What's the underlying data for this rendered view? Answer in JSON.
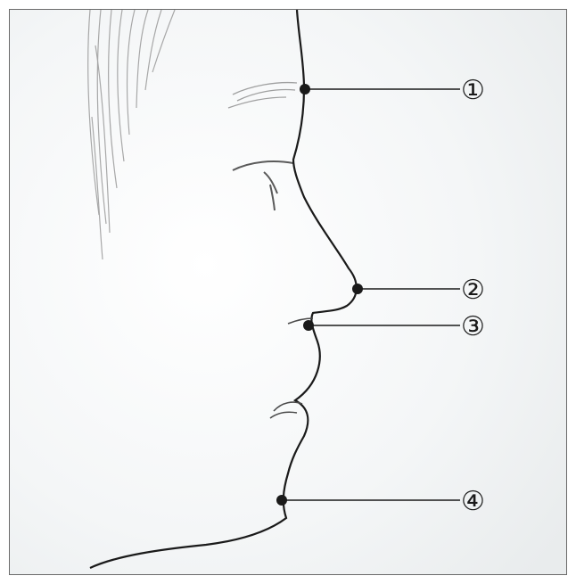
{
  "figure": {
    "subject": "face-profile",
    "colors": {
      "background": "#f2f4f5",
      "line": "#1a1a1a",
      "sketch": "#8a8a8a"
    }
  },
  "markers": [
    {
      "id": "1",
      "label": "①"
    },
    {
      "id": "2",
      "label": "②"
    },
    {
      "id": "3",
      "label": "③"
    },
    {
      "id": "4",
      "label": "④"
    }
  ]
}
